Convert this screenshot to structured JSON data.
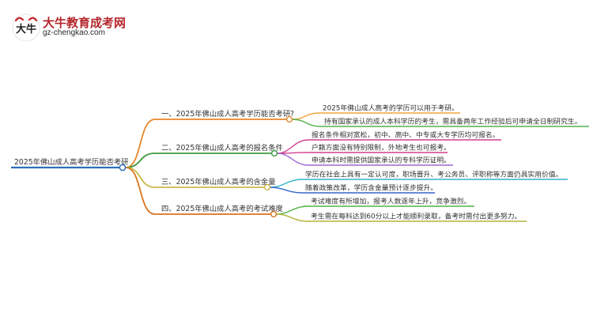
{
  "logo": {
    "title": "大牛教育成考网",
    "url": "gz-chengkao.com",
    "mark_text": "大牛"
  },
  "colors": {
    "root": "#2f6fb8",
    "branch1": "#e8862a",
    "branch2": "#3d9b3e",
    "branch3": "#c9b94a",
    "branch4": "#d9731f",
    "leaf_orange": "#f0a63a",
    "leaf_green": "#52b24a",
    "leaf_magenta": "#d43e8e",
    "leaf_purple": "#9a6ad0",
    "leaf_cyan": "#35b4c8",
    "leaf_blue": "#3467c9",
    "leaf_olive": "#b3b33c"
  },
  "mindmap": {
    "root": "2025年佛山成人高考学历能否考研",
    "branches": [
      {
        "label": "一、2025年佛山成人高考学历能否考研?",
        "color": "branch1",
        "leaves": [
          {
            "text": "2025年佛山成人高考的学历可以用于考研。",
            "color": "leaf_orange"
          },
          {
            "text": "持有国家承认的成人本科学历的考生，需具备两年工作经验后可申请全日制研究生。",
            "color": "leaf_green"
          }
        ]
      },
      {
        "label": "二、2025年佛山成人高考的报名条件",
        "color": "branch2",
        "leaves": [
          {
            "text": "报名条件相对宽松，初中、高中、中专或大专学历均可报名。",
            "color": "leaf_magenta"
          },
          {
            "text": "户籍方面没有特别限制，外地考生也可报考。",
            "color": "leaf_magenta"
          },
          {
            "text": "申请本科时需提供国家承认的专科学历证明。",
            "color": "leaf_purple"
          }
        ]
      },
      {
        "label": "三、2025年佛山成人高考的含金量",
        "color": "branch3",
        "leaves": [
          {
            "text": "学历在社会上具有一定认可度，职场晋升、考公务员、评职称等方面仍具实用价值。",
            "color": "leaf_cyan"
          },
          {
            "text": "随着政策改革，学历含金量预计逐步提升。",
            "color": "leaf_blue"
          }
        ]
      },
      {
        "label": "四、2025年佛山成人高考的考试难度",
        "color": "branch4",
        "leaves": [
          {
            "text": "考试难度有所增加，报考人数逐年上升，竞争激烈。",
            "color": "leaf_green"
          },
          {
            "text": "考生需在每科达到60分以上才能顺利录取，备考时需付出更多努力。",
            "color": "leaf_olive"
          }
        ]
      }
    ]
  }
}
